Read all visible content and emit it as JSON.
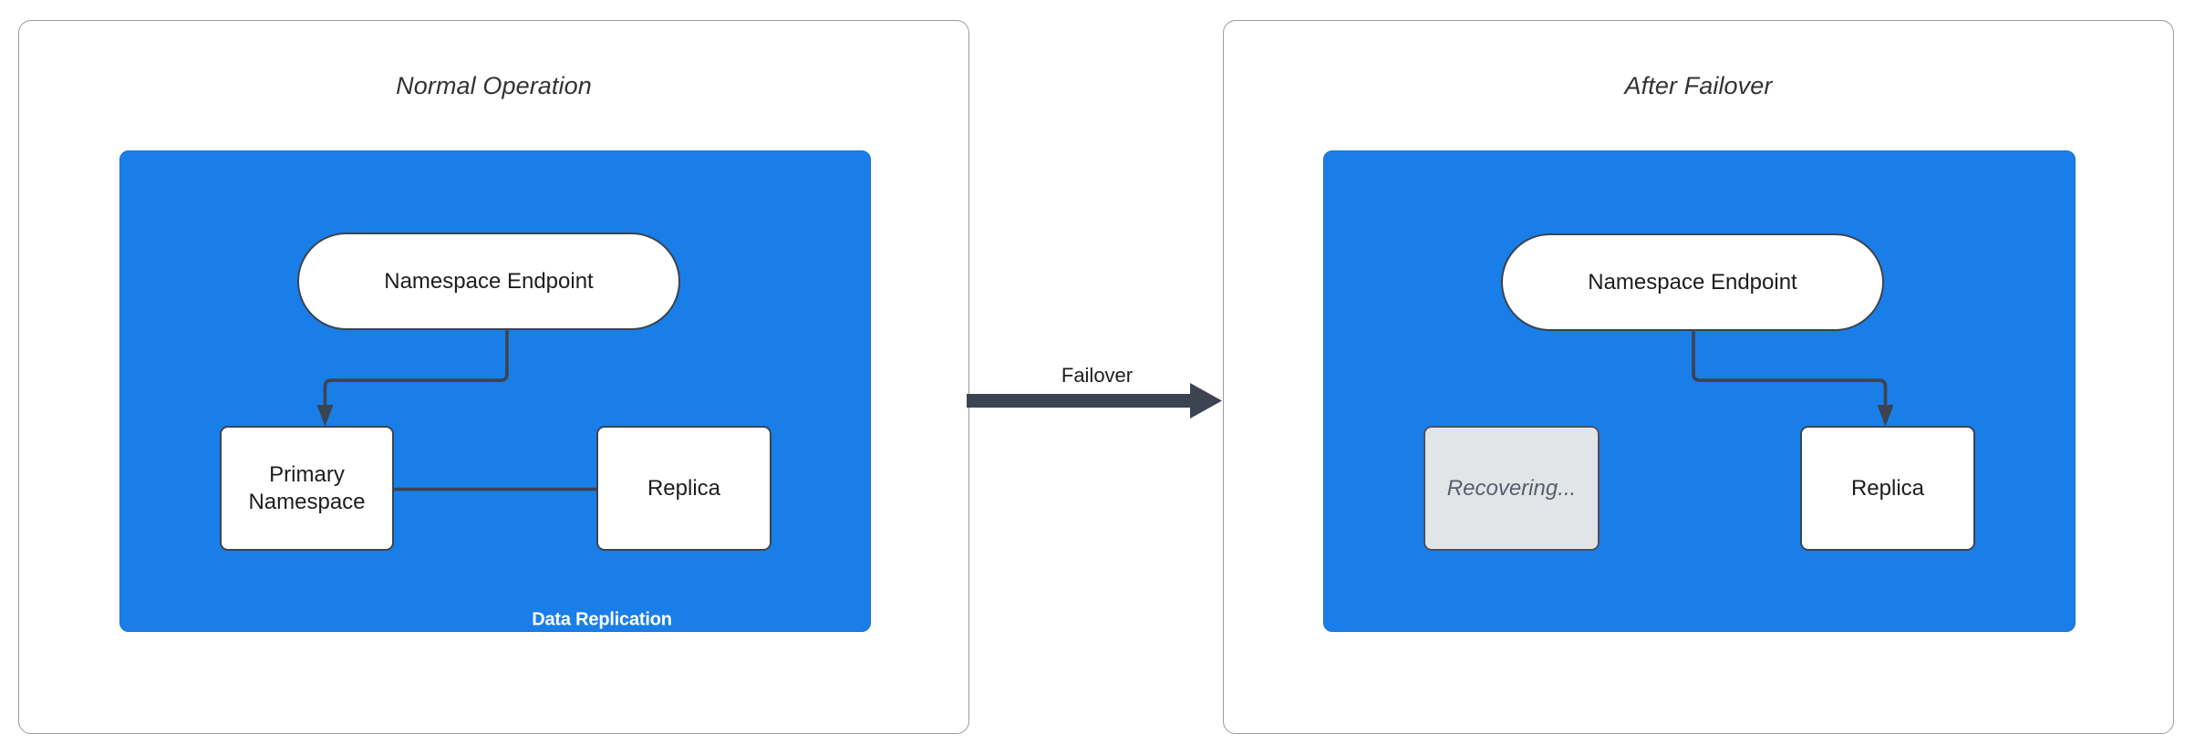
{
  "diagram": {
    "title_semantics": "namespace-failover-comparison",
    "colors": {
      "region_blue": "#1a7ee8",
      "node_stroke": "#3b4450",
      "node_fill": "#ffffff",
      "ghost_fill": "#e2e5e8",
      "ghost_text": "#55606d",
      "panel_border": "#9b9b9b",
      "edge_label_text": "#ffffff",
      "title_text": "#333333"
    }
  },
  "panels": [
    {
      "id": "normal-operation",
      "title": "Normal Operation",
      "nodes": [
        {
          "id": "endpoint",
          "label": "Namespace Endpoint",
          "shape": "pill",
          "state": "active"
        },
        {
          "id": "primary",
          "label": "Primary\nNamespace",
          "shape": "box",
          "state": "active"
        },
        {
          "id": "replica",
          "label": "Replica",
          "shape": "box",
          "state": "active"
        }
      ],
      "edges": [
        {
          "id": "endpoint-to-primary",
          "from": "endpoint",
          "to": "primary",
          "label": "",
          "style": "elbow-left"
        },
        {
          "id": "primary-to-replica",
          "from": "primary",
          "to": "replica",
          "label": "Data Replication",
          "style": "straight"
        }
      ]
    },
    {
      "id": "after-failover",
      "title": "After Failover",
      "nodes": [
        {
          "id": "endpoint",
          "label": "Namespace Endpoint",
          "shape": "pill",
          "state": "active"
        },
        {
          "id": "recovering",
          "label": "Recovering...",
          "shape": "box",
          "state": "ghost"
        },
        {
          "id": "replica",
          "label": "Replica",
          "shape": "box",
          "state": "active"
        }
      ],
      "edges": [
        {
          "id": "endpoint-to-replica",
          "from": "endpoint",
          "to": "replica",
          "label": "",
          "style": "elbow-right"
        }
      ]
    }
  ],
  "transition": {
    "label": "Failover",
    "from_panel": "normal-operation",
    "to_panel": "after-failover"
  },
  "labels": {
    "primary_line1": "Primary",
    "primary_line2": "Namespace"
  }
}
